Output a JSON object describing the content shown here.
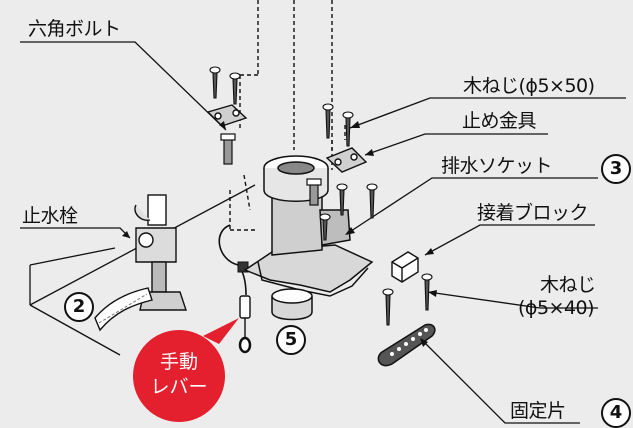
{
  "labels": {
    "hex_bolt": "六角ボルト",
    "wood_screw_50": "木ねじ(ϕ5×50)",
    "bracket": "止め金具",
    "drain_socket": "排水ソケット",
    "adhesive_block": "接着ブロック",
    "wood_screw_40_line1": "木ねじ",
    "wood_screw_40_line2": "(ϕ5×40)",
    "stop_valve": "止水栓",
    "fixing_piece": "固定片"
  },
  "numbers": {
    "drain_socket": "3",
    "stop_valve": "2",
    "cap": "5",
    "fixing_piece": "4"
  },
  "badge": {
    "line1": "手動",
    "line2": "レバー",
    "color": "#e5202e"
  },
  "colors": {
    "background": "#ececec",
    "lines": "#111111",
    "parts_light": "#ffffff",
    "parts_mid": "#c8c8c8",
    "parts_dark": "#555555"
  }
}
